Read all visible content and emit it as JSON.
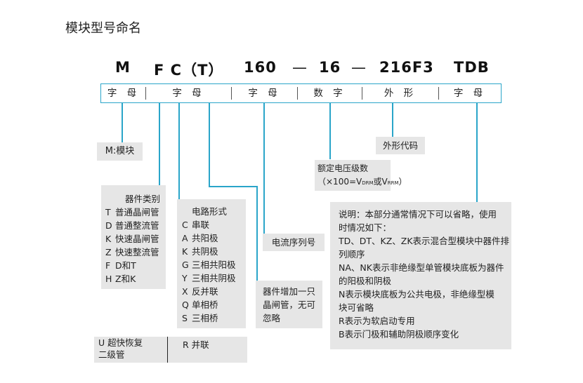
{
  "title": "模块型号命名",
  "code": {
    "m": "M",
    "fc": "F C（T）",
    "current": "160",
    "dash1": "—",
    "volt": "16",
    "dash2": "—",
    "shape": "216F3",
    "suffix": "TDB"
  },
  "categories": [
    "字 母",
    "字 母",
    "字 母",
    "数 字",
    "外 形",
    "字 母"
  ],
  "m_box": "M:模块",
  "shape_box": "外形代码",
  "voltage_box": {
    "line1": "额定电压级数",
    "line2": "（×100=V",
    "sub1": "DRM",
    "or": "或V",
    "sub2": "RRM",
    "close": "）"
  },
  "device_type": {
    "header": "器件类别",
    "items": [
      {
        "code": "T",
        "desc": "普通晶闸管"
      },
      {
        "code": "D",
        "desc": "普通整流管"
      },
      {
        "code": "K",
        "desc": "快速晶闸管"
      },
      {
        "code": "Z",
        "desc": "快速整流管"
      },
      {
        "code": "F",
        "desc": "D和T"
      },
      {
        "code": "H",
        "desc": "Z和K"
      }
    ]
  },
  "circuit": {
    "header": "电路形式",
    "items": [
      {
        "code": "C",
        "desc": "串联"
      },
      {
        "code": "A",
        "desc": "共阳极"
      },
      {
        "code": "K",
        "desc": "共阴极"
      },
      {
        "code": "G",
        "desc": "三相共阳极"
      },
      {
        "code": "Y",
        "desc": "三相共阴极"
      },
      {
        "code": "X",
        "desc": "反并联"
      },
      {
        "code": "Q",
        "desc": "单相桥"
      },
      {
        "code": "S",
        "desc": "三相桥"
      }
    ]
  },
  "current_box": "电流序列号",
  "thyristor_box": [
    "器件增加一只",
    "晶闸管，无可",
    "忽略"
  ],
  "note": [
    "说明：本部分通常情况下可以省略，使用",
    "时情况如下：",
    "TD、DT、KZ、ZK表示混合型模块中器件排",
    "列顺序",
    "NA、NK表示非绝缘型单管模块底板为器件",
    "的阳极和阴极",
    "N表示模块底板为公共电极，非绝缘型模",
    "块可省略",
    "R表示为软启动专用",
    "B表示门极和辅助阴极顺序变化"
  ],
  "bottom": {
    "u_line1": "U 超快恢复",
    "u_line2": "二级管",
    "r_text": "R  并联"
  },
  "colors": {
    "accent": "#2aa5c9",
    "box_bg": "#e6e6e6"
  }
}
